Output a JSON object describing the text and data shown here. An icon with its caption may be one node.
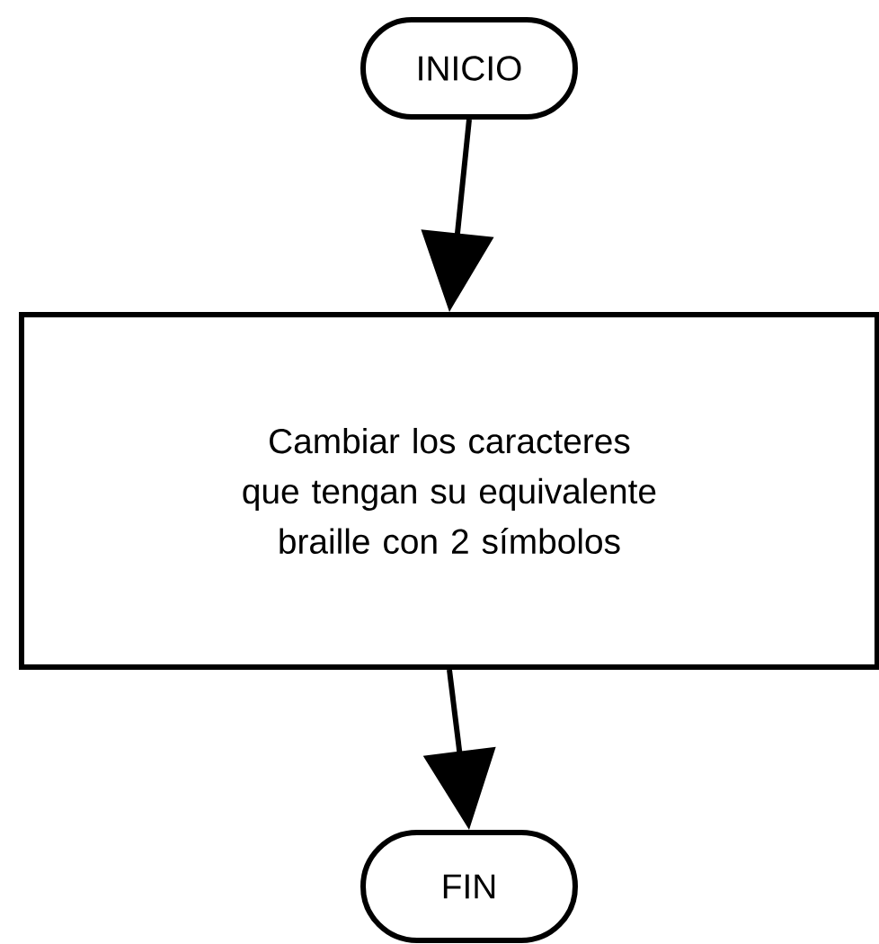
{
  "diagram": {
    "nodes": [
      {
        "text": [
          "INICIO"
        ]
      },
      {
        "text": [
          "Cambiar los caracteres que tengan su equivalente braille con 2 símbolos"
        ]
      },
      {
        "text": [
          "FIN"
        ]
      }
    ],
    "edges": [
      {
        "from": 0,
        "to": 1,
        "arrow": "to"
      },
      {
        "from": 1,
        "to": 2,
        "arrow": "to"
      }
    ]
  }
}
